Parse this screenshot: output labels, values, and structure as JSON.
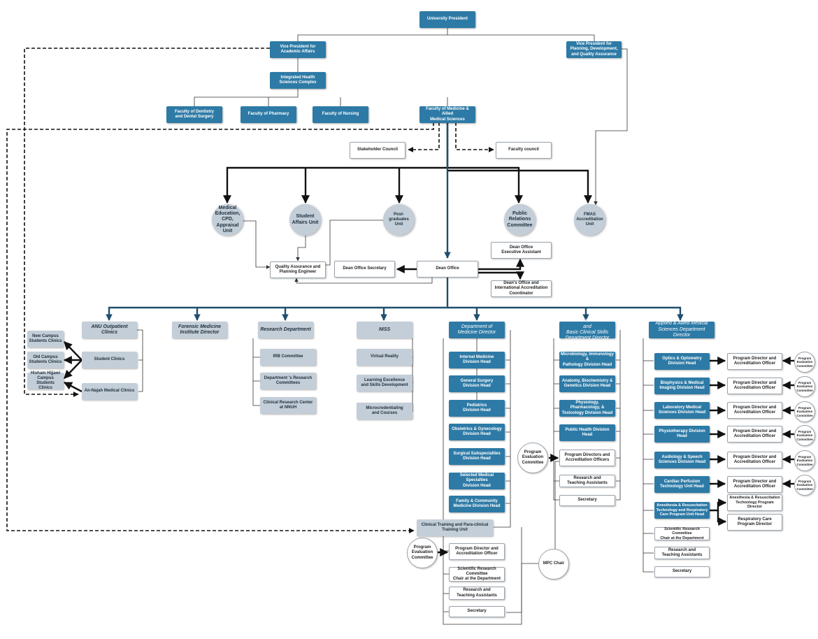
{
  "nodes": {
    "president": "University President",
    "vp_academic": "Vice President for\nAcademic Affairs",
    "vp_planning": "Vice President for\nPlanning, Development,\nand Quality Assurance",
    "ihsc": "Integrated Health\nSciences Complex",
    "fac_dentistry": "Faculty of Dentistry\nand Dental Surgery",
    "fac_pharmacy": "Faculty of Pharmacy",
    "fac_nursing": "Faculty of Nursing",
    "fac_medicine": "Faculty of Medicine & Allied\nMedical Sciences",
    "stakeholder": "Stakeholder Council",
    "faculty_council": "Faculty council",
    "med_edu": "Medical\nEducation,\nCPD,\nAppraisal\nUnit",
    "student_affairs": "Student\nAffairs Unit",
    "postgrad": "Post-\ngraduates Unit",
    "public_rel": "Public\nRelations\nCommittee",
    "fmas": "FMAS\nAccreditation\nUnit",
    "qa_engineer": "Quality Assurance and\nPlanning Engineer",
    "dean_secretary": "Dean Office Secretary",
    "dean_office": "Dean Office",
    "dean_exec": "Dean Office\nExecutive Assistant",
    "dean_intl": "Dean's Office and\nInternational Accreditation\nCoordinator",
    "anu_clinics": "ANU Outpatient Clinics",
    "new_campus": "New Campus\nStudents Clinics",
    "old_campus": "Old Campus\nStudents Clinics",
    "hisham": "Hisham Hijjawi\nCampus Students\nClinics",
    "student_clinics": "Student Clinics",
    "annajah": "An-Najah Medical Clinics",
    "forensic": "Forensic Medicine\nInstitute Director",
    "research_dept": "Research Department",
    "irb": "IRB Committee",
    "dept_research_comm": "Department 's Research\nCommittees",
    "clinical_research": "Clinical Research Center\nat NNUH",
    "niss": "NISS",
    "virtual_reality": "Virtual Reality",
    "learning_excellence": "Learning Excellence\nand Skills Development",
    "microcred": "Microcredentialing\nand Courses",
    "dept_medicine": "Department of\nMedicine Director",
    "internal_med": "Internal Medicine\nDivision Head",
    "gen_surgery": "General Surgery\nDivision Head",
    "pediatrics": "Pediatrics\nDivision Head",
    "obgyn": "Obstetrics & Gynecology\nDivision Head",
    "surg_subspec": "Surgical Subspecialties\nDivision Head",
    "sel_med_spec": "Selected Medical Specialties\nDivision Head",
    "family_med": "Family & Community\nMedicine Division Head",
    "clinical_training": "Clinical  Training and Para-clinical\nTraining Unit",
    "pec_med": "Program\nEvaluation\nCommittee",
    "pd_med": "Program Director and\nAccreditation Officer",
    "src_med": "Scientific Research Committee\nChair at the Department",
    "rta_med": "Research and\nTeaching Assistants",
    "sec_med": "Secretary",
    "mpc_chair": "MPC Chair",
    "biomed": "Biomedical Sciences and\nBasic Clinical Skills\nDepartment Director",
    "micro": "Microbiology, Immunology &\nPathology Division Head",
    "anatomy": "Anatomy, Biochemistry &\nGenetics Division Head",
    "physio_pharm": "Physiology, Pharmacology, &\nToxicology Division Head",
    "public_health": "Public Health Division Head",
    "pec_bio": "Program\nEvaluation\nCommittee",
    "pd_bio": "Program Directors and\nAccreditation Officers",
    "rta_bio": "Research and\nTeaching Assistants",
    "sec_bio": "Secretary",
    "applied": "Applied & Allied Medical\nSciences Department Director",
    "optics": "Optics & Optometry\nDivision Head",
    "biophysics": "Biophysics & Medical\nImaging Division Head",
    "laboratory": "Laboratory Medical\nSciences Division Head",
    "physiotherapy": "Physiotherapy Division Head",
    "audiology": "Audiology & Speech\nSciences Division Head",
    "cardiac": "Cardiac Perfusion\nTechnology Unit Head",
    "anesthesia": "Anesthesia & Resuscitation\nTechnology  and Respiratory\nCare Program Unit Head",
    "pd_app": "Program Director and\nAccreditation Officer",
    "pec_app": "Program\nEvaluation\nCommittee",
    "anes_pd": "Anesthesia & Resuscitation\nTechnology Program Director",
    "resp_pd": "Respiratory Care\nProgram Director",
    "src_app": "Scientific Research Committee\nChair at the Department",
    "rta_app": "Research and\nTeaching Assistants",
    "sec_app": "Secretary"
  },
  "colors": {
    "dark_box": "#2d7aa6",
    "light_box": "#c3ced8",
    "white_box": "#ffffff",
    "connector": "#111111",
    "main_trunk": "#1f4e6e"
  }
}
